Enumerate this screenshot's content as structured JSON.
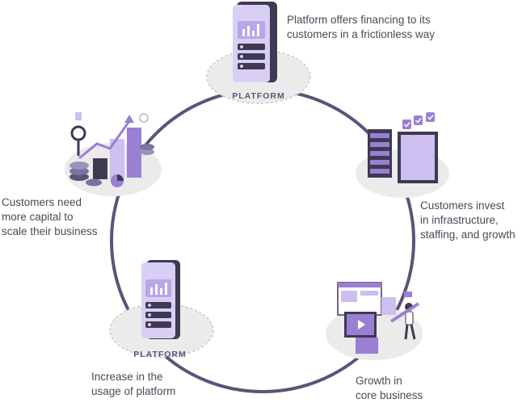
{
  "diagram": {
    "steps": [
      {
        "id": "financing",
        "text": "Platform offers financing to its\ncustomers in a frictionless way",
        "badge": "PLATFORM"
      },
      {
        "id": "invest",
        "text": "Customers invest\nin infrastructure,\nstaffing, and growth"
      },
      {
        "id": "growth",
        "text": "Growth in\ncore business"
      },
      {
        "id": "usage",
        "text": "Increase in the\nusage of platform",
        "badge": "PLATFORM"
      },
      {
        "id": "capital",
        "text": "Customers need\nmore capital to\nscale their business"
      }
    ],
    "colors": {
      "ring": "#5a5478",
      "accent": "#9b7fd3",
      "accent_light": "#cdbff0",
      "dark": "#3d3a52",
      "platform_bg": "#ebebeb"
    }
  }
}
